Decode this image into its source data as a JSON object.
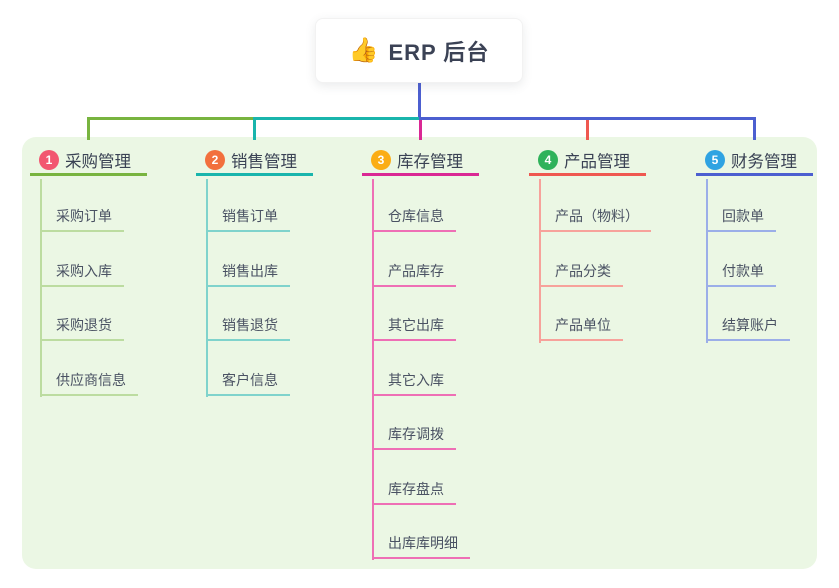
{
  "canvas": {
    "background": "#FFFFFF",
    "panel_background": "#EBF7E4"
  },
  "root": {
    "icon": "thumbs-up-emoji",
    "icon_glyph": "👍",
    "label": "ERP 后台",
    "connector_color": "#4C5FD0"
  },
  "branches": [
    {
      "badge": "1",
      "title": "采购管理",
      "branch_color": "#78B43F",
      "child_line_color": "#BCDCA0",
      "badge_color": "#F25670",
      "children": [
        "采购订单",
        "采购入库",
        "采购退货",
        "供应商信息"
      ]
    },
    {
      "badge": "2",
      "title": "销售管理",
      "branch_color": "#19B5AC",
      "child_line_color": "#7FD3CC",
      "badge_color": "#F2703D",
      "children": [
        "销售订单",
        "销售出库",
        "销售退货",
        "客户信息"
      ]
    },
    {
      "badge": "3",
      "title": "库存管理",
      "branch_color": "#DA2894",
      "child_line_color": "#EE6FB5",
      "badge_color": "#FBAD15",
      "children": [
        "仓库信息",
        "产品库存",
        "其它出库",
        "其它入库",
        "库存调拨",
        "库存盘点",
        "出库库明细"
      ]
    },
    {
      "badge": "4",
      "title": "产品管理",
      "branch_color": "#EF5850",
      "child_line_color": "#F7A29B",
      "badge_color": "#2FB25A",
      "children": [
        "产品（物料）",
        "产品分类",
        "产品单位"
      ]
    },
    {
      "badge": "5",
      "title": "财务管理",
      "branch_color": "#4C5FD0",
      "child_line_color": "#9BAEE8",
      "badge_color": "#2FA3E2",
      "children": [
        "回款单",
        "付款单",
        "结算账户"
      ]
    }
  ]
}
